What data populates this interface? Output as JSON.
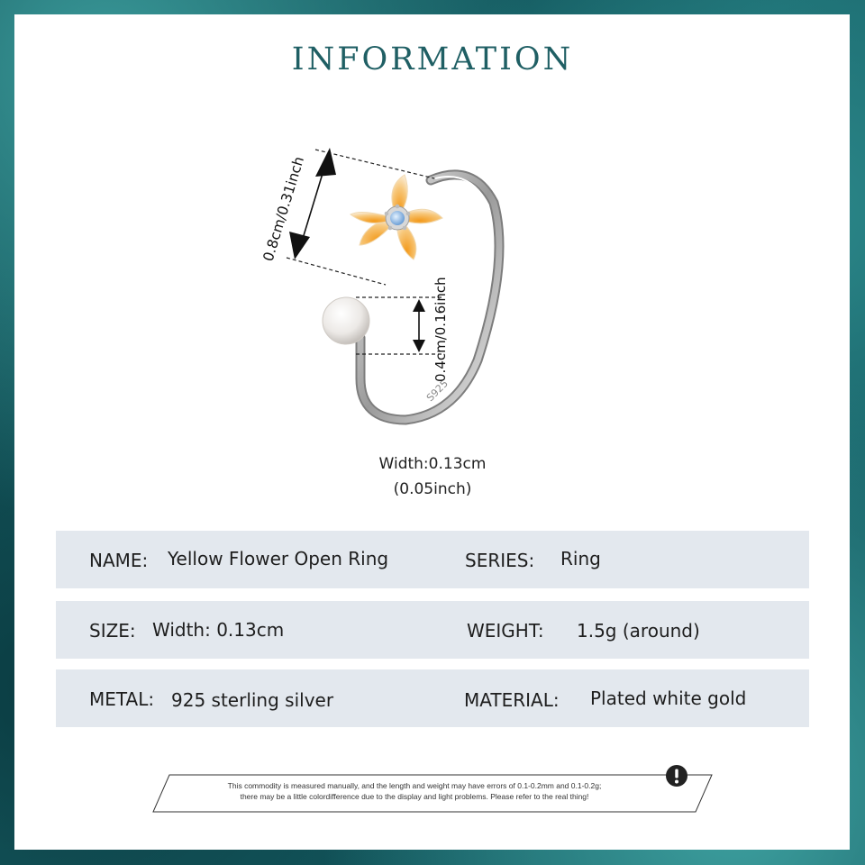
{
  "title": "INFORMATION",
  "dimensions": {
    "flower_height": "0.8cm/0.31inch",
    "gap_height": "0.4cm/0.16inch",
    "band_stamp": "S925",
    "width_label": "Width:0.13cm",
    "width_inch": "(0.05inch)"
  },
  "specs": {
    "name_label": "NAME:",
    "name_value": "Yellow Flower Open Ring",
    "series_label": "SERIES:",
    "series_value": "Ring",
    "size_label": "SIZE:",
    "size_value": "Width: 0.13cm",
    "weight_label": "WEIGHT:",
    "weight_value": "1.5g (around)",
    "metal_label": "METAL:",
    "metal_value": "925 sterling silver",
    "material_label": "MATERIAL:",
    "material_value": "Plated white gold"
  },
  "disclaimer": {
    "line1": "This commodity is measured manually, and the length and weight may have errors of 0.1-0.2mm and 0.1-0.2g;",
    "line2": "there may be a little colordifference due to the display and light problems. Please refer to the real thing!",
    "icon": "warning-icon"
  },
  "colors": {
    "title": "#1f5f64",
    "row_background": "#e3e8ee",
    "petal": "#f39a1c",
    "frame": "#1b6b70"
  }
}
